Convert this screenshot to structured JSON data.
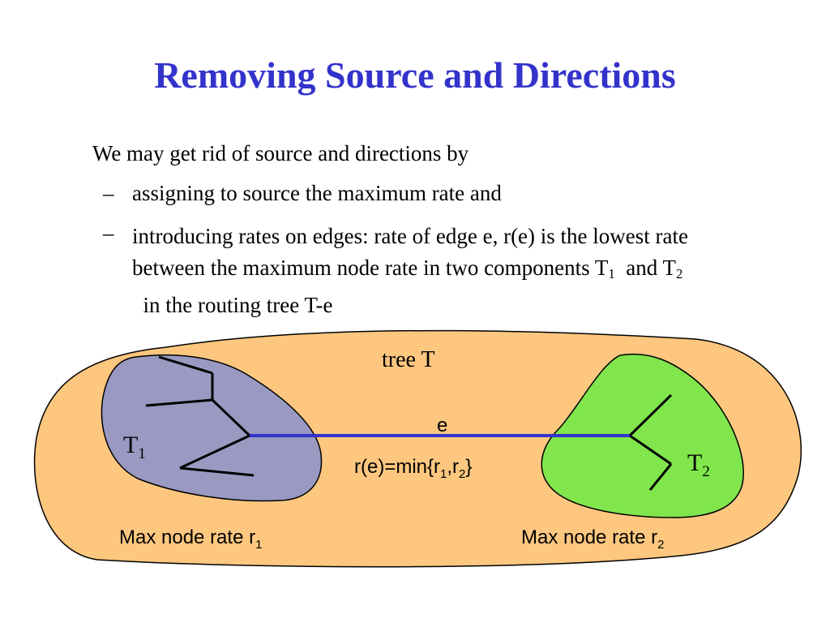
{
  "slide": {
    "title": "Removing Source and Directions",
    "intro": "We may get rid of source and directions by",
    "bullet_marker": "–",
    "bullet1": "assigning to source the maximum rate and",
    "bullet2": {
      "text": "introducing rates on edges: rate of edge e, r(e) is the lowest rate between the maximum node rate in two components T",
      "sub1": "1",
      "mid": "  and T",
      "sub2": "2",
      "tail": "  in the routing tree T-e"
    }
  },
  "diagram": {
    "tree_label": "tree T",
    "edge_label": "e",
    "edge_rate": {
      "prefix": "r(e)=min{r",
      "sub1": "1",
      "comma": ",r",
      "sub2": "2",
      "suffix": "}"
    },
    "t1": {
      "base": "T",
      "sub": "1"
    },
    "t2": {
      "base": "T",
      "sub": "2"
    },
    "max1": {
      "base": "Max node rate r",
      "sub": "1"
    },
    "max2": {
      "base": "Max node rate r",
      "sub": "2"
    },
    "colors": {
      "outer_fill": "#fdc77f",
      "t1_fill": "#9999c2",
      "t2_fill": "#80e64c",
      "edge_color": "#3333cc",
      "title_color": "#3333cc"
    }
  }
}
